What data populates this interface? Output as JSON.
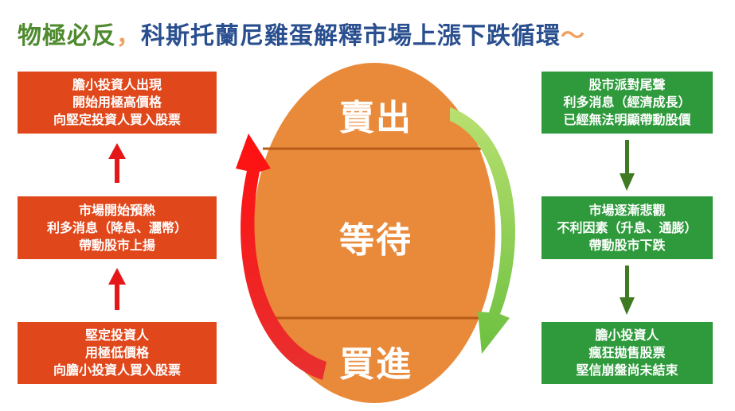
{
  "title": {
    "part1": "物極必反",
    "sep": "，",
    "part2": "科斯托蘭尼雞蛋解釋市場上漲下跌循環",
    "tail": "～"
  },
  "egg": {
    "top": "賣出",
    "middle": "等待",
    "bottom": "買進"
  },
  "left_boxes": [
    {
      "lines": [
        "膽小投資人出現",
        "開始用極高價格",
        "向堅定投資人買入股票"
      ]
    },
    {
      "lines": [
        "市場開始預熱",
        "利多消息（降息、灑幣）",
        "帶動股市上揚"
      ]
    },
    {
      "lines": [
        "堅定投資人",
        "用極低價格",
        "向膽小投資人買入股票"
      ]
    }
  ],
  "right_boxes": [
    {
      "lines": [
        "股市派對尾聲",
        "利多消息（經濟成長）",
        "已經無法明顯帶動股價"
      ]
    },
    {
      "lines": [
        "市場逐漸悲觀",
        "不利因素（升息、通膨）",
        "帶動股市下跌"
      ]
    },
    {
      "lines": [
        "膽小投資人",
        "瘋狂拋售股票",
        "堅信崩盤尚未結束"
      ]
    }
  ],
  "colors": {
    "red": "#e0481c",
    "green": "#2e9a3c",
    "egg": "#e98a3a"
  }
}
